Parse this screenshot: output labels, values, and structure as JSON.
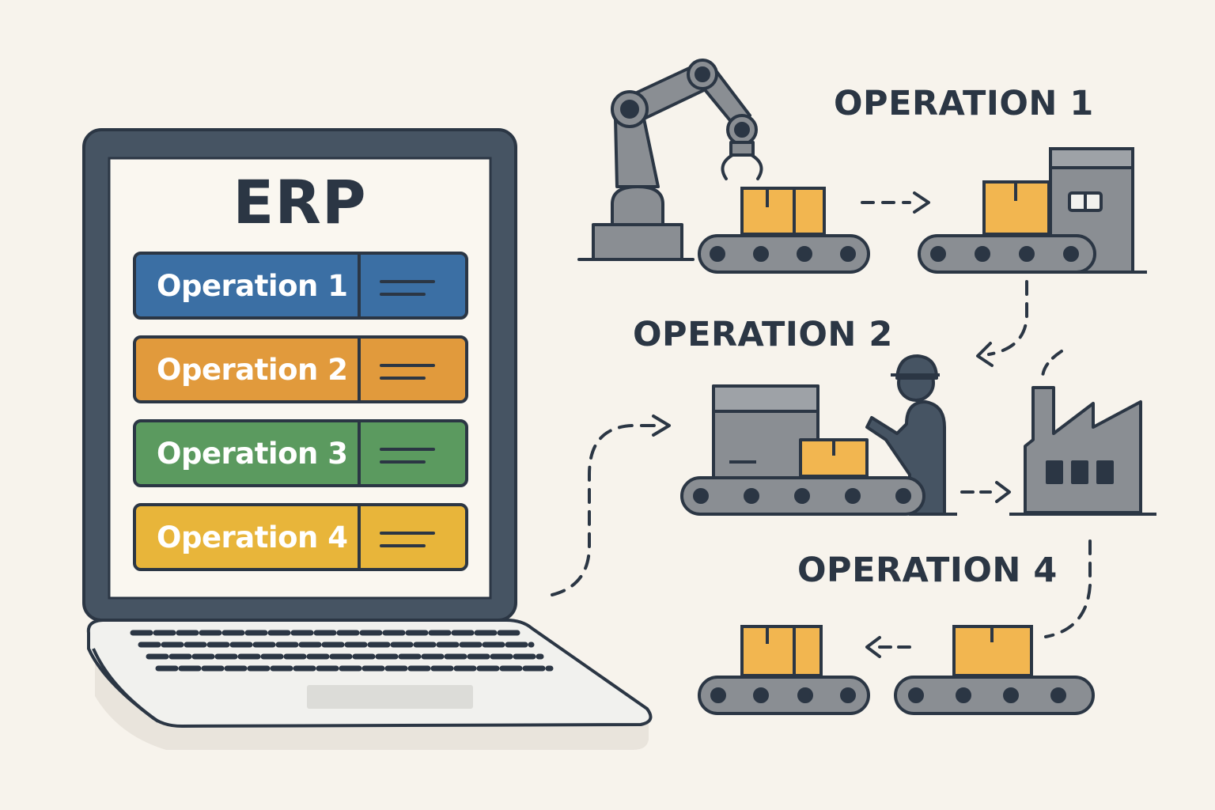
{
  "erp": {
    "title": "ERP",
    "operations": [
      {
        "label": "Operation 1",
        "color": "#3b6fa4"
      },
      {
        "label": "Operation 2",
        "color": "#e19a3c"
      },
      {
        "label": "Operation 3",
        "color": "#5b9a5f"
      },
      {
        "label": "Operation 4",
        "color": "#e8b53a"
      }
    ]
  },
  "diagram": {
    "headings": {
      "op1": "OPERATION 1",
      "op2": "OPERATION 2",
      "op4": "OPERATION 4"
    }
  },
  "colors": {
    "outline": "#2b3644",
    "machine_gray": "#8a8e93",
    "box_orange": "#f2b650",
    "background": "#f7f3ec",
    "screen": "#faf7f0"
  }
}
